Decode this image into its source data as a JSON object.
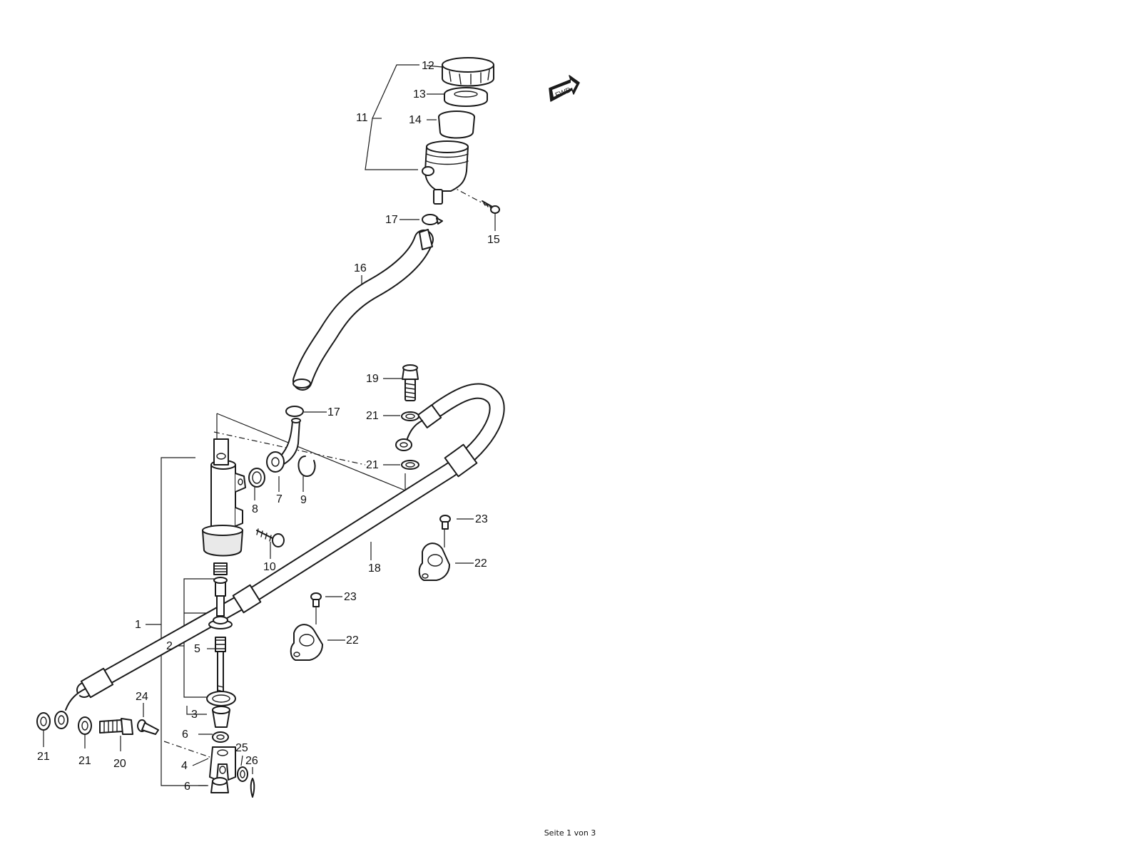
{
  "fwd_marker": {
    "label": "FWD",
    "icon": "forward-arrow-icon"
  },
  "callouts": [
    {
      "id": "c12",
      "text": "12"
    },
    {
      "id": "c13",
      "text": "13"
    },
    {
      "id": "c11",
      "text": "11"
    },
    {
      "id": "c14",
      "text": "14"
    },
    {
      "id": "c17a",
      "text": "17"
    },
    {
      "id": "c15",
      "text": "15"
    },
    {
      "id": "c16",
      "text": "16"
    },
    {
      "id": "c19",
      "text": "19"
    },
    {
      "id": "c17b",
      "text": "17"
    },
    {
      "id": "c21a",
      "text": "21"
    },
    {
      "id": "c21b",
      "text": "21"
    },
    {
      "id": "c8",
      "text": "8"
    },
    {
      "id": "c7",
      "text": "7"
    },
    {
      "id": "c9",
      "text": "9"
    },
    {
      "id": "c23a",
      "text": "23"
    },
    {
      "id": "c10",
      "text": "10"
    },
    {
      "id": "c22a",
      "text": "22"
    },
    {
      "id": "c18",
      "text": "18"
    },
    {
      "id": "c23b",
      "text": "23"
    },
    {
      "id": "c1",
      "text": "1"
    },
    {
      "id": "c2",
      "text": "2"
    },
    {
      "id": "c5",
      "text": "5"
    },
    {
      "id": "c22b",
      "text": "22"
    },
    {
      "id": "c24",
      "text": "24"
    },
    {
      "id": "c3",
      "text": "3"
    },
    {
      "id": "c6a",
      "text": "6"
    },
    {
      "id": "c25",
      "text": "25"
    },
    {
      "id": "c26",
      "text": "26"
    },
    {
      "id": "c4",
      "text": "4"
    },
    {
      "id": "c21c",
      "text": "21"
    },
    {
      "id": "c21d",
      "text": "21"
    },
    {
      "id": "c20",
      "text": "20"
    },
    {
      "id": "c6b",
      "text": "6"
    }
  ],
  "footer": {
    "page_label": "Seite 1 von 3"
  }
}
